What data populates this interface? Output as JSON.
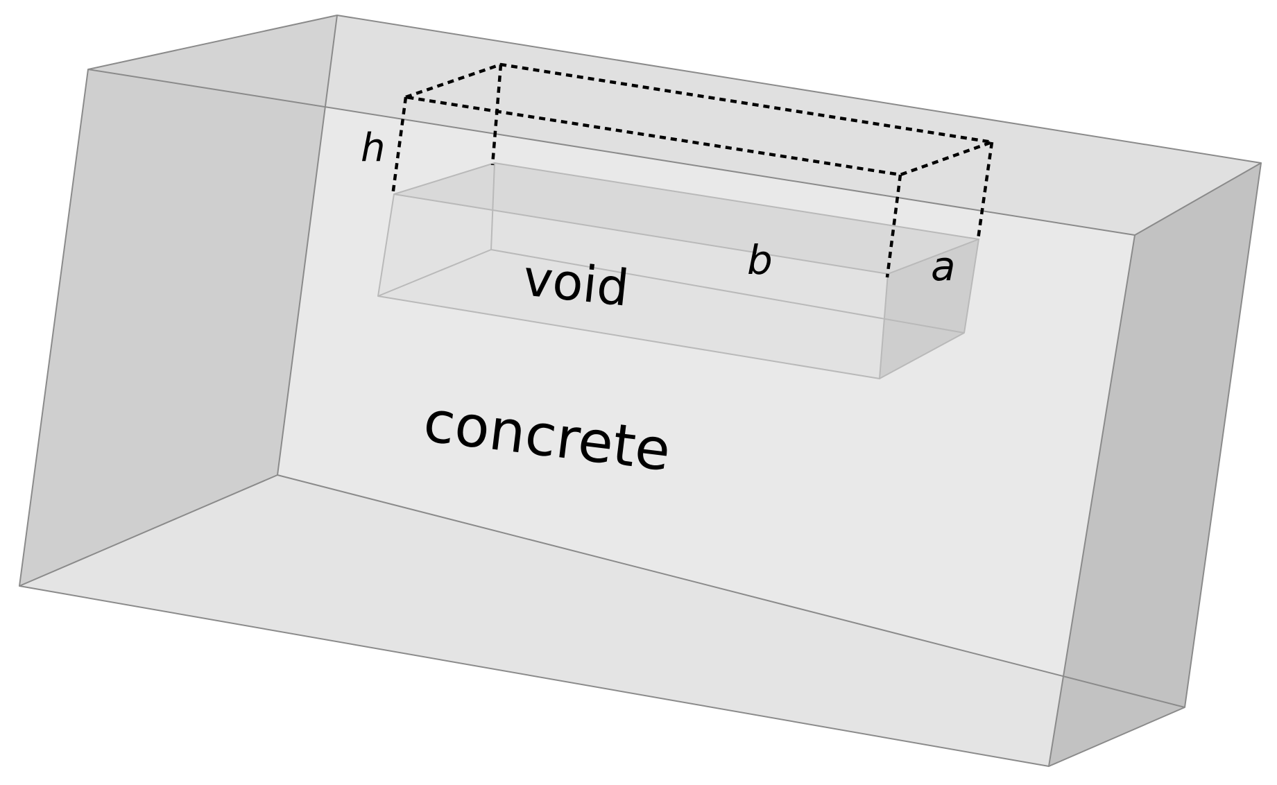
{
  "labels": {
    "h": "h",
    "b": "b",
    "a": "a",
    "void": "void",
    "concrete": "concrete"
  },
  "colors": {
    "concrete_back": "#e9e9e9",
    "concrete_left": "#cfcfcf",
    "concrete_top": "#d9d9d9",
    "concrete_bottom": "#d6d6d6",
    "concrete_right": "#c2c2c2",
    "void_front": "#e1e1e1",
    "void_top": "#d3d3d3",
    "void_side": "#cbcbcb",
    "edge": "#8a8a8a",
    "dashed_outline": "#000000"
  }
}
